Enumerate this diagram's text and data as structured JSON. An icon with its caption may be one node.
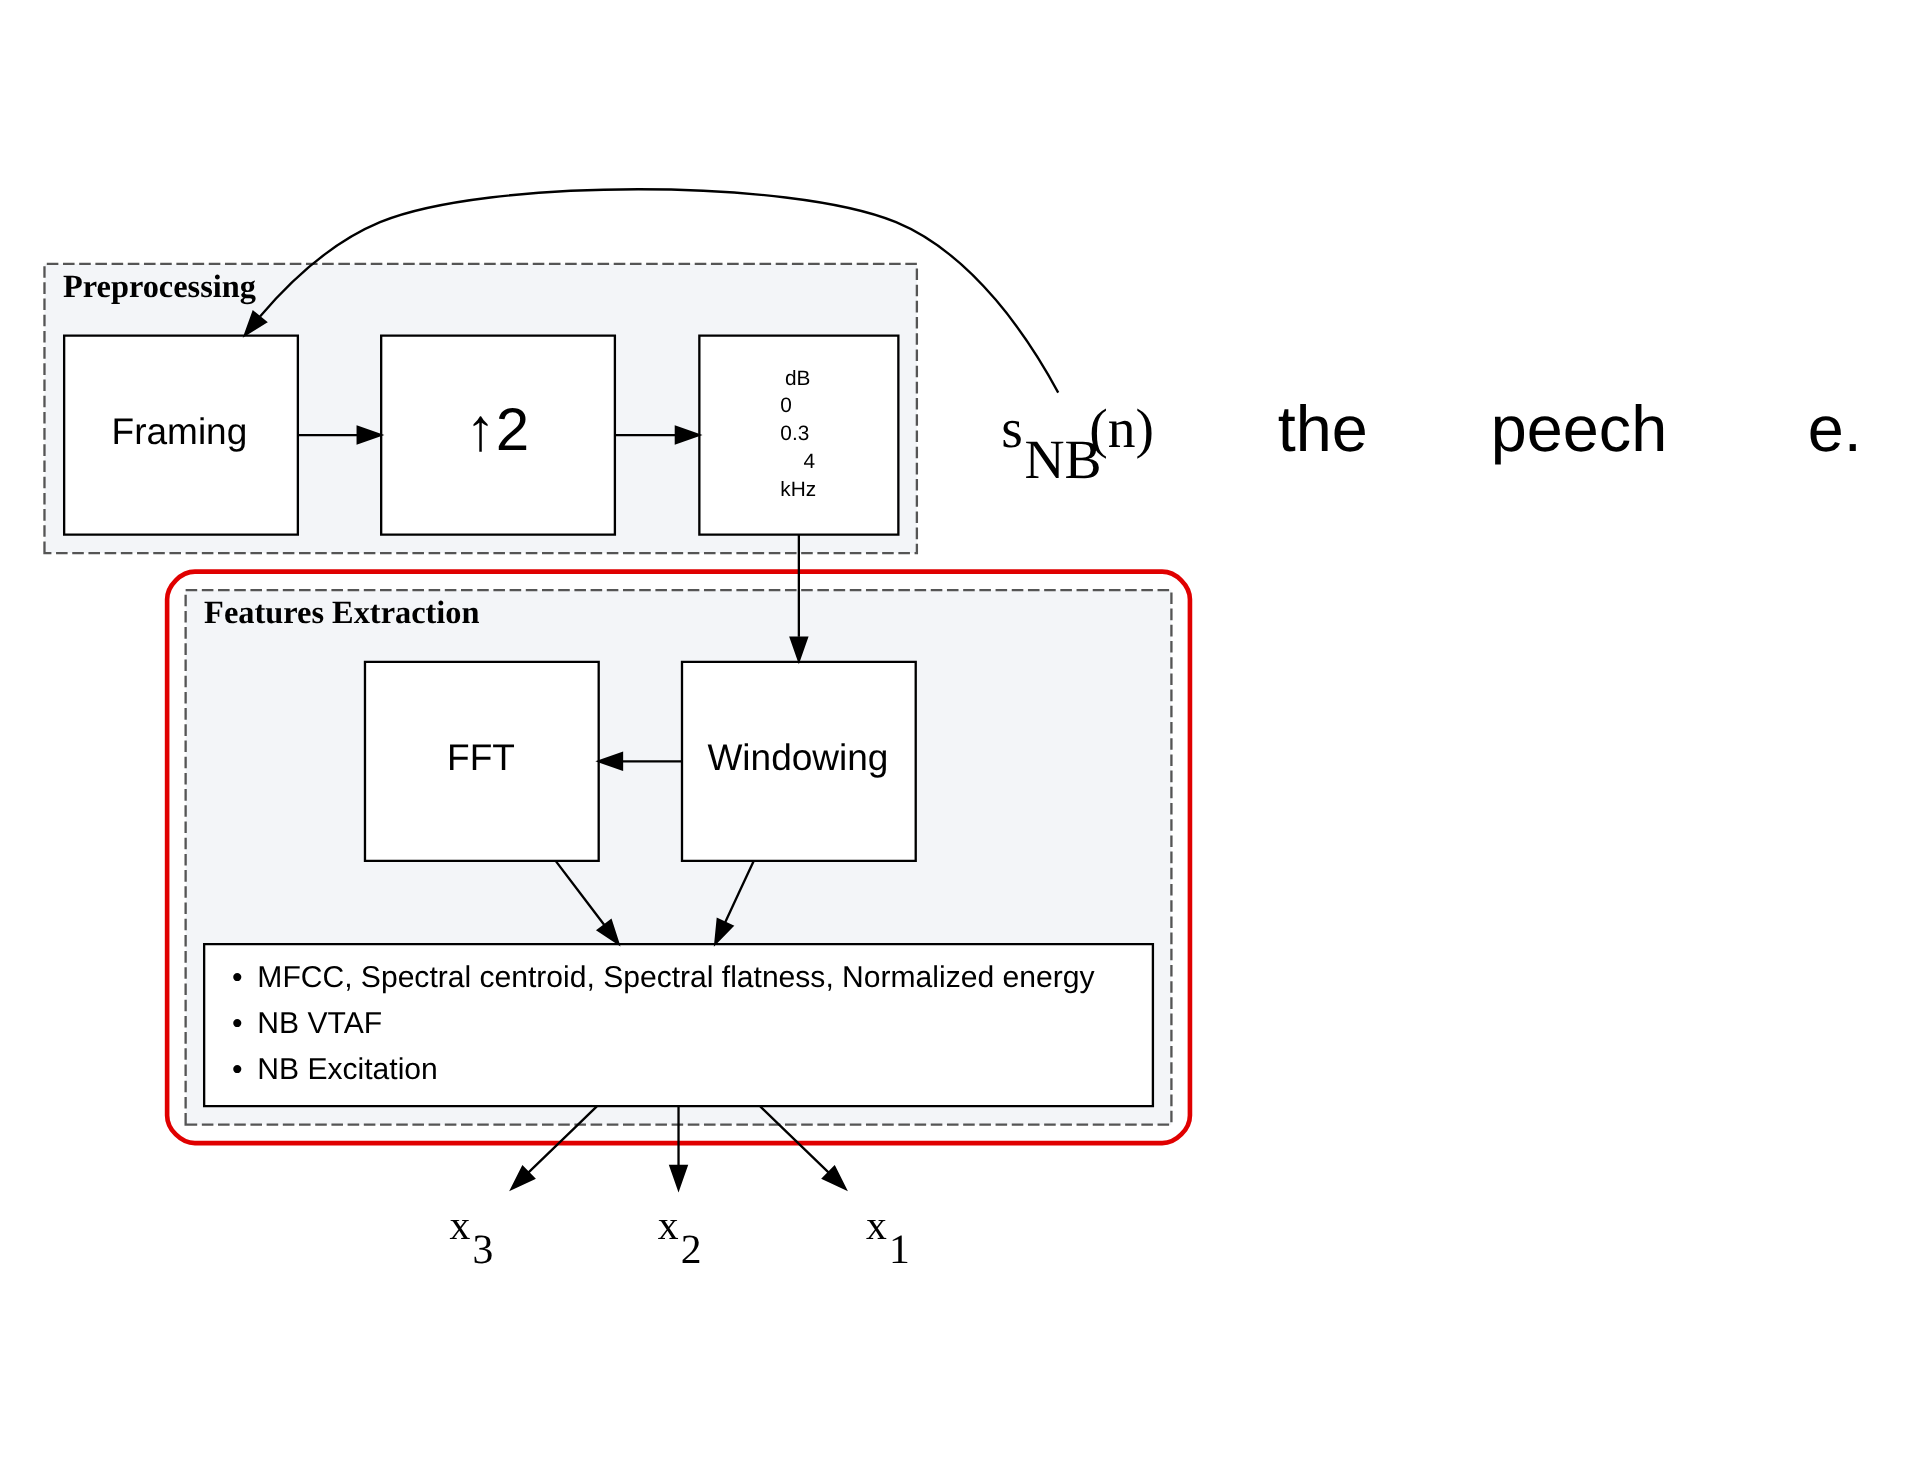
{
  "diagram": {
    "nodes": [
      {
        "text": [
          "Preprocessing"
        ]
      },
      {
        "text": [
          "s$_{NB}$(n)"
        ]
      },
      {
        "text": [
          "Framing"
        ],
        "in": 0
      },
      {
        "text": [
          "↑2"
        ],
        "in": 0
      },
      {
        "text": [
          "dB",
          "0",
          "0.3",
          "4",
          "kHz"
        ],
        "in": 0
      },
      {
        "text": [],
        "shape": "box"
      },
      {
        "text": [
          "Features Extraction"
        ],
        "in": 5
      },
      {
        "text": [
          "FFT"
        ],
        "in": 6
      },
      {
        "text": [
          "Windowing"
        ],
        "in": 6
      },
      {
        "text": [
          "•",
          "MFCC, Spectral centroid, Spectral flatness, Normalized energy",
          "•",
          "NB VTAF",
          "•",
          "NB Excitation"
        ],
        "in": 6
      },
      {
        "text": [
          "x$_{3}$"
        ]
      },
      {
        "text": [
          "x$_{2}$"
        ]
      },
      {
        "text": [
          "x$_{1}$"
        ]
      }
    ],
    "edges": [
      {
        "from": 1,
        "to": 2,
        "arrow": "to"
      },
      {
        "from": 2,
        "to": 3,
        "arrow": "to"
      },
      {
        "from": 3,
        "to": 4,
        "arrow": "to"
      },
      {
        "from": 4,
        "to": 8,
        "arrow": "to"
      },
      {
        "from": 8,
        "to": 7,
        "arrow": "to"
      },
      {
        "from": 7,
        "to": 9,
        "arrow": "to"
      },
      {
        "from": 8,
        "to": 9,
        "arrow": "to"
      },
      {
        "from": 9,
        "to": 10,
        "arrow": "to"
      },
      {
        "from": 9,
        "to": 11,
        "arrow": "to"
      },
      {
        "from": 9,
        "to": 12,
        "arrow": "to"
      }
    ],
    "labels": [
      "the",
      "peech",
      "e."
    ]
  }
}
